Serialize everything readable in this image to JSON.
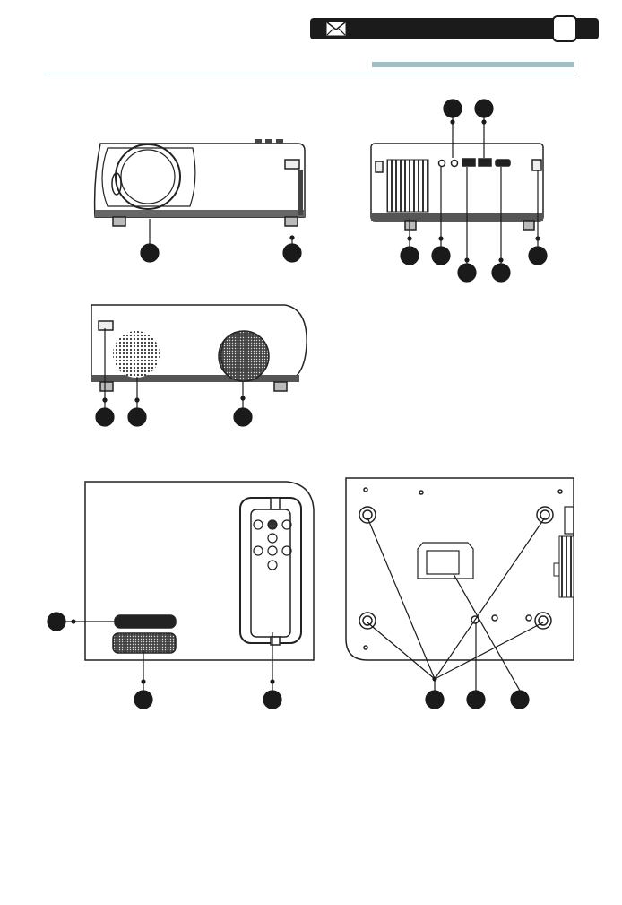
{
  "header": {
    "icon": "envelope-icon",
    "page_number": ""
  },
  "colors": {
    "header_bar": "#1b1b1b",
    "divider": "#5f9ea5",
    "divider_accent": "#9fbfc2",
    "line_art": "#222222",
    "callout": "#1a1a1a"
  },
  "figures": [
    {
      "name": "projector-front-view",
      "callouts": 2
    },
    {
      "name": "projector-rear-view",
      "callouts": 7
    },
    {
      "name": "projector-side-view",
      "callouts": 3
    },
    {
      "name": "projector-top-view",
      "callouts": 3
    },
    {
      "name": "projector-bottom-view",
      "callouts": 3
    }
  ],
  "remote_buttons": [
    "power-icon",
    "menu-icon",
    "input-icon",
    "up-arrow-icon",
    "left-arrow-icon",
    "ok-icon",
    "right-arrow-icon",
    "down-arrow-icon"
  ]
}
